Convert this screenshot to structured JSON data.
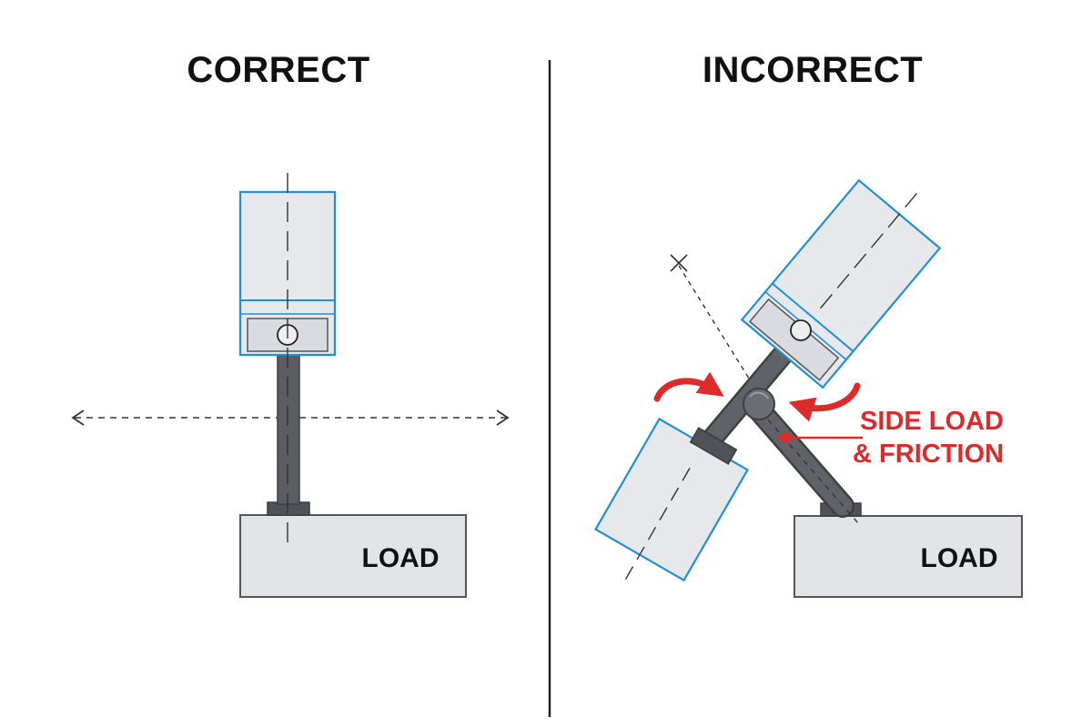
{
  "panels": {
    "correct": {
      "title": "CORRECT",
      "load_label": "LOAD"
    },
    "incorrect": {
      "title": "INCORRECT",
      "load_label": "LOAD",
      "warning_line1": "SIDE LOAD",
      "warning_line2": "& FRICTION"
    }
  },
  "colors": {
    "cylinder_outline": "#1f8fd6",
    "cylinder_fill": "#e6e8ec",
    "rod": "#5a5d62",
    "load_fill": "#e3e4e7",
    "load_outline": "#555555",
    "warning": "#dd2a2a",
    "divider": "#222222"
  }
}
